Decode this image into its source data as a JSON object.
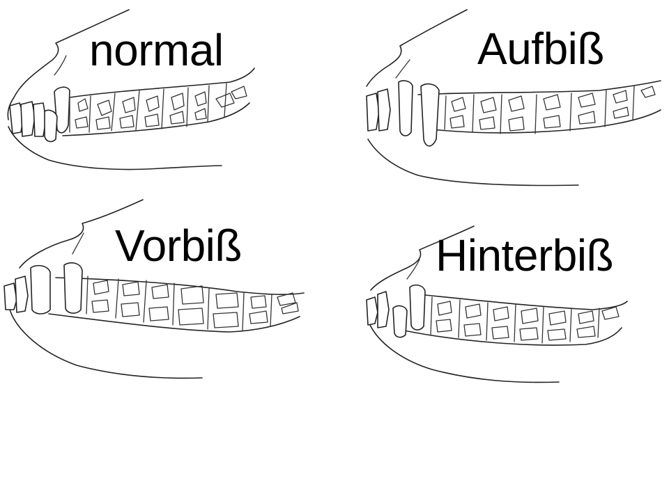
{
  "panels": {
    "normal": {
      "label": "normal"
    },
    "aufbiss": {
      "label": "Aufbiß"
    },
    "vorbiss": {
      "label": "Vorbiß"
    },
    "hinterbiss": {
      "label": "Hinterbiß"
    }
  }
}
